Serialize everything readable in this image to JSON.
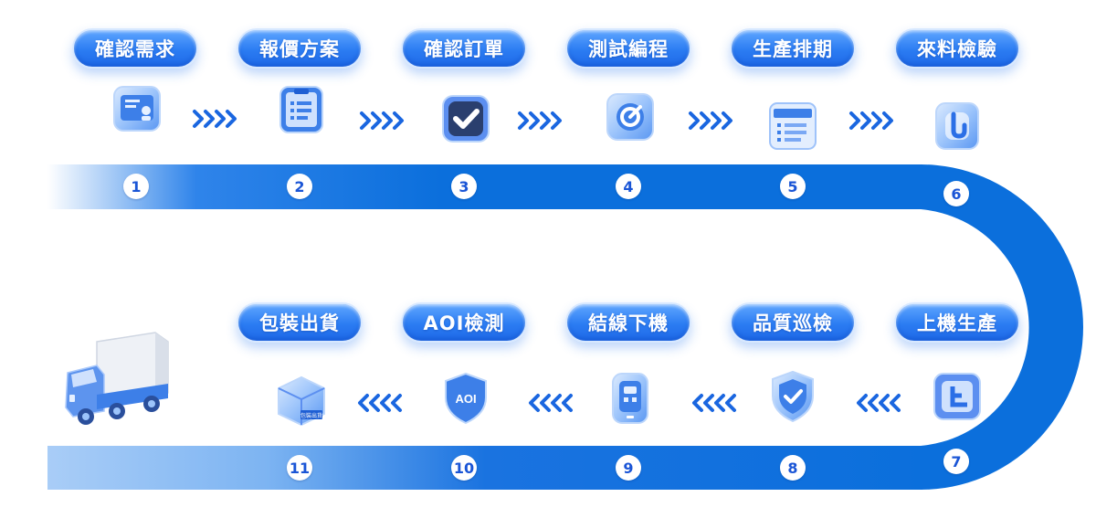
{
  "colors": {
    "accent": "#1f6ae8",
    "track": "#0b6fdc",
    "number_text": "#1a55d6"
  },
  "steps": [
    {
      "label": "確認需求",
      "number": "1",
      "icon": "presentation-board-icon"
    },
    {
      "label": "報價方案",
      "number": "2",
      "icon": "clipboard-list-icon"
    },
    {
      "label": "確認訂單",
      "number": "3",
      "icon": "checkmark-box-icon"
    },
    {
      "label": "測試編程",
      "number": "4",
      "icon": "target-gauge-icon"
    },
    {
      "label": "生產排期",
      "number": "5",
      "icon": "schedule-card-icon"
    },
    {
      "label": "來料檢驗",
      "number": "6",
      "icon": "inspection-tablet-icon"
    },
    {
      "label": "上機生產",
      "number": "7",
      "icon": "machine-start-icon"
    },
    {
      "label": "品質巡檢",
      "number": "8",
      "icon": "shield-check-icon"
    },
    {
      "label": "結線下機",
      "number": "9",
      "icon": "device-unload-icon"
    },
    {
      "label": "AOI檢測",
      "number": "10",
      "icon": "aoi-shield-icon",
      "icon_text": "AOI"
    },
    {
      "label": "包裝出貨",
      "number": "11",
      "icon": "package-box-icon",
      "icon_text": "包裝出貨"
    }
  ],
  "truck_icon": "delivery-truck-icon"
}
